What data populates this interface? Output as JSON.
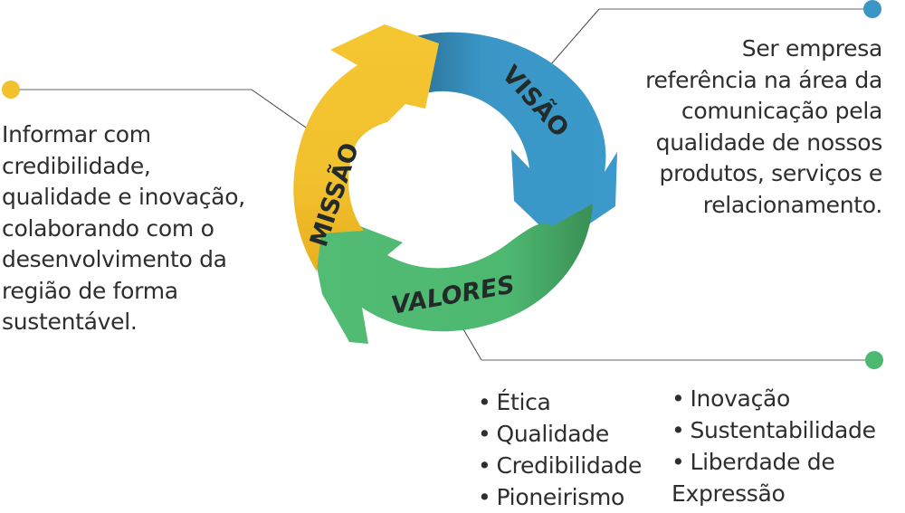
{
  "cycle": {
    "segments": [
      {
        "id": "missao",
        "label": "MISSÃO",
        "color": "#F2C12E"
      },
      {
        "id": "visao",
        "label": "VISÃO",
        "color": "#3A96C6"
      },
      {
        "id": "valores",
        "label": "VALORES",
        "color": "#4DB870"
      }
    ]
  },
  "missao": {
    "dot_color": "#F2C12E",
    "lines": [
      "Informar com",
      "credibilidade,",
      "qualidade e inovação,",
      "colaborando com o",
      "desenvolvimento da",
      "região de forma",
      "sustentável."
    ]
  },
  "visao": {
    "dot_color": "#3A96C6",
    "lines": [
      "Ser empresa",
      "referência na área da",
      "comunicação pela",
      "qualidade de nossos",
      "produtos, serviços e",
      "relacionamento."
    ]
  },
  "valores": {
    "dot_color": "#4DB870",
    "bullet": "•",
    "column_1": [
      "Ética",
      "Qualidade",
      "Credibilidade",
      "Pioneirismo"
    ],
    "column_2": [
      "Inovação",
      "Sustentabilidade",
      "Liberdade de"
    ],
    "column_2_continuation": "Expressão"
  }
}
